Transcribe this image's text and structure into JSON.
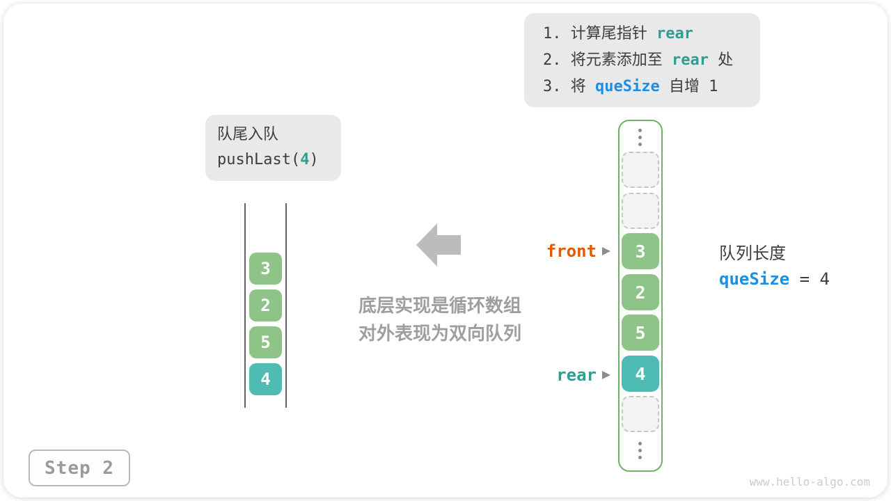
{
  "colors": {
    "box_bg": "#e9e9e9",
    "text_dark": "#3d3d3d",
    "code_teal": "#2f9e91",
    "code_blue": "#1b8fe4",
    "front_orange": "#e2590a",
    "cell_green": "#8ec487",
    "cell_teal": "#4fbcb4",
    "ring_border": "#6cb164",
    "muted_gray": "#9e9e9e"
  },
  "steps_box": {
    "lines": [
      {
        "prefix": "1. 计算尾指针 ",
        "code": "rear",
        "suffix": "",
        "code_color": "#2f9e91"
      },
      {
        "prefix": "2. 将元素添加至 ",
        "code": "rear",
        "suffix": " 处",
        "code_color": "#2f9e91"
      },
      {
        "prefix": "3. 将 ",
        "code": "queSize",
        "suffix": " 自增 1",
        "code_color": "#1b8fe4"
      }
    ]
  },
  "operation_box": {
    "title": "队尾入队",
    "call_prefix": "pushLast(",
    "call_arg": "4",
    "call_suffix": ")",
    "arg_color": "#2f9e91"
  },
  "left_queue": {
    "cells": [
      {
        "value": "3",
        "color": "#8ec487"
      },
      {
        "value": "2",
        "color": "#8ec487"
      },
      {
        "value": "5",
        "color": "#8ec487"
      },
      {
        "value": "4",
        "color": "#4fbcb4"
      }
    ]
  },
  "caption": {
    "line1": "底层实现是循环数组",
    "line2": "对外表现为双向队列"
  },
  "pointers": {
    "front": {
      "label": "front",
      "color": "#e2590a"
    },
    "rear": {
      "label": "rear",
      "color": "#2f9e91"
    }
  },
  "circular_array": {
    "cells": [
      {
        "type": "empty",
        "value": ""
      },
      {
        "type": "empty",
        "value": ""
      },
      {
        "type": "filled",
        "value": "3",
        "color": "#8ec487"
      },
      {
        "type": "filled",
        "value": "2",
        "color": "#8ec487"
      },
      {
        "type": "filled",
        "value": "5",
        "color": "#8ec487"
      },
      {
        "type": "filled",
        "value": "4",
        "color": "#4fbcb4"
      },
      {
        "type": "empty",
        "value": ""
      }
    ]
  },
  "queue_length": {
    "label": "队列长度",
    "var": "queSize",
    "var_color": "#1b8fe4",
    "equals": " = 4"
  },
  "step_badge": "Step 2",
  "watermark": "www.hello-algo.com"
}
